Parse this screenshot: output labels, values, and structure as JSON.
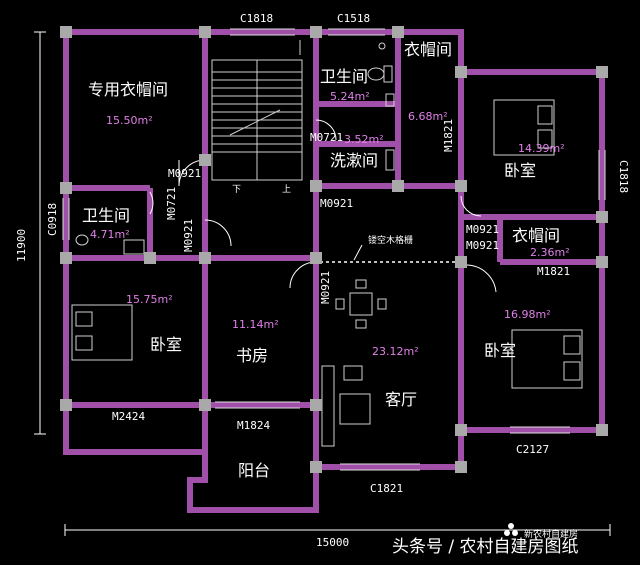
{
  "rooms": {
    "dedicated_closet": {
      "name": "专用衣帽间",
      "area": "15.50m²"
    },
    "bath_upper_left": {
      "name": "卫生间",
      "area": "4.71m²"
    },
    "bath_upper_mid": {
      "name": "卫生间",
      "area": "5.24m²"
    },
    "washroom": {
      "name": "洗漱间",
      "area": "3.52m²"
    },
    "closet_top": {
      "name": "衣帽间",
      "area": "6.68m²"
    },
    "bedroom_top_right": {
      "name": "卧室",
      "area": "14.39m²"
    },
    "closet_right": {
      "name": "衣帽间",
      "area": "2.36m²"
    },
    "bedroom_left": {
      "name": "卧室",
      "area": "15.75m²"
    },
    "study": {
      "name": "书房",
      "area": "11.14m²"
    },
    "living_room": {
      "name": "客厅",
      "area": "23.12m²"
    },
    "bedroom_right": {
      "name": "卧室",
      "area": "16.98m²"
    },
    "balcony": {
      "name": "阳台"
    }
  },
  "codes": {
    "c1818_top": "C1818",
    "c1518_top": "C1518",
    "c1818_right": "C1818",
    "c0918_left": "C0918",
    "m0921_a": "M0921",
    "m0721_a": "M0721",
    "m0921_b": "M0921",
    "m0721_b": "M0721",
    "m1821": "M1821",
    "m0921_c": "M0921",
    "m0921_d": "M0921",
    "m0921_e": "M0921",
    "m1821_b": "M1821",
    "m0921_f": "M0921",
    "m2424": "M2424",
    "m1824": "M1824",
    "c2127": "C2127",
    "c1821": "C1821"
  },
  "stairs": {
    "down": "下",
    "up": "上"
  },
  "annotation": {
    "grille": "镂空木格栅"
  },
  "dimensions": {
    "height": "11900",
    "width": "15000"
  },
  "watermark": {
    "left": "头条号 / 农村自建房图纸",
    "right": "新农村自建房"
  },
  "colors": {
    "wall": "#a050a8",
    "column": "#a9a9a9",
    "background": "#000000"
  }
}
